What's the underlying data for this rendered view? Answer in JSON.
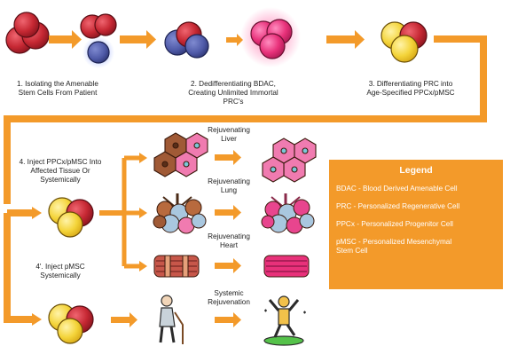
{
  "steps": {
    "s1": "1. Isolating the Amenable\nStem Cells From Patient",
    "s2": "2. Dedifferentiating BDAC,\nCreating Unlimited Immortal\nPRC's",
    "s3": "3. Differentiating PRC into\nAge-Specified PPCx/pMSC",
    "s4": "4. Inject PPCx/pMSC Into\nAffected Tissue Or\nSystemically",
    "s4b": "4'. Inject pMSC\nSystemically"
  },
  "branches": {
    "liver": "Rejuvenating\nLiver",
    "lung": "Rejuvenating\nLung",
    "heart": "Rejuvenating\nHeart",
    "systemic": "Systemic\nRejuvenation"
  },
  "legend": {
    "title": "Legend",
    "items": [
      "BDAC - Blood Derived Amenable Cell",
      "PRC - Personalized Regenerative Cell",
      "PPCx - Personalized Progenitor Cell",
      "pMSC - Personalized Mesenchymal\nStem Cell"
    ]
  },
  "colors": {
    "arrow": "#f39a2a",
    "legend_bg": "#f39a2a",
    "red_cell": "#c62833",
    "blue_cell": "#4f5aa8",
    "pink_cell": "#e8317a",
    "yellow_cell": "#f4d43a",
    "liver_pink": "#f07bb0",
    "liver_brown": "#a05a36"
  }
}
